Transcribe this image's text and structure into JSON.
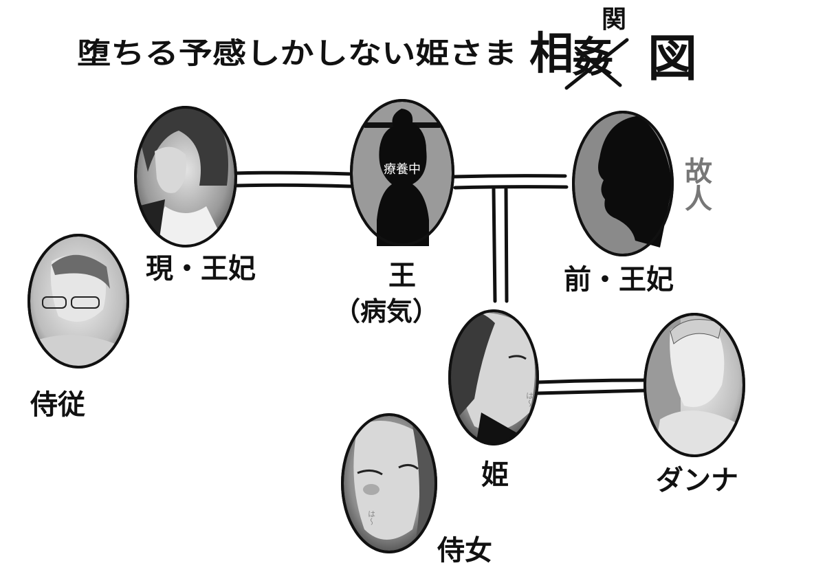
{
  "title": {
    "prefix": "堕ちる予感しかしない姫さま",
    "word_start": "相",
    "struck_char": "姦",
    "correction_char": "関",
    "suffix": "図"
  },
  "characters": {
    "queen": {
      "label": "現・王妃"
    },
    "king": {
      "label": "王",
      "note": "（病気）",
      "badge": "療養中"
    },
    "former_queen": {
      "label": "前・王妃",
      "note": "故人"
    },
    "chamberlain": {
      "label": "侍従"
    },
    "princess": {
      "label": "姫"
    },
    "husband": {
      "label": "ダンナ"
    },
    "maid": {
      "label": "侍女"
    }
  },
  "sfx": {
    "panting_princess": "は〜",
    "panting_maid": "は〜"
  },
  "colors": {
    "ink": "#111111",
    "note_gray": "#777777",
    "paper": "#ffffff"
  }
}
